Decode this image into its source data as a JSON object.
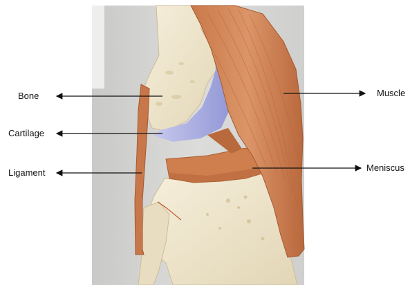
{
  "labels": {
    "bone": "Bone",
    "cartilage": "Cartilage",
    "ligament": "Ligament",
    "muscle": "Muscle",
    "meniscus": "Meniscus"
  },
  "colors": {
    "background": "#d6d6d4",
    "bone": "#efe6cf",
    "bone_shade": "#d9cba8",
    "cartilage": "#b3b8e6",
    "muscle": "#d68a5c",
    "muscle_dark": "#b96a3c",
    "meniscus": "#cf7e4e",
    "ligament": "#c8774a",
    "arrow": "#111111"
  }
}
